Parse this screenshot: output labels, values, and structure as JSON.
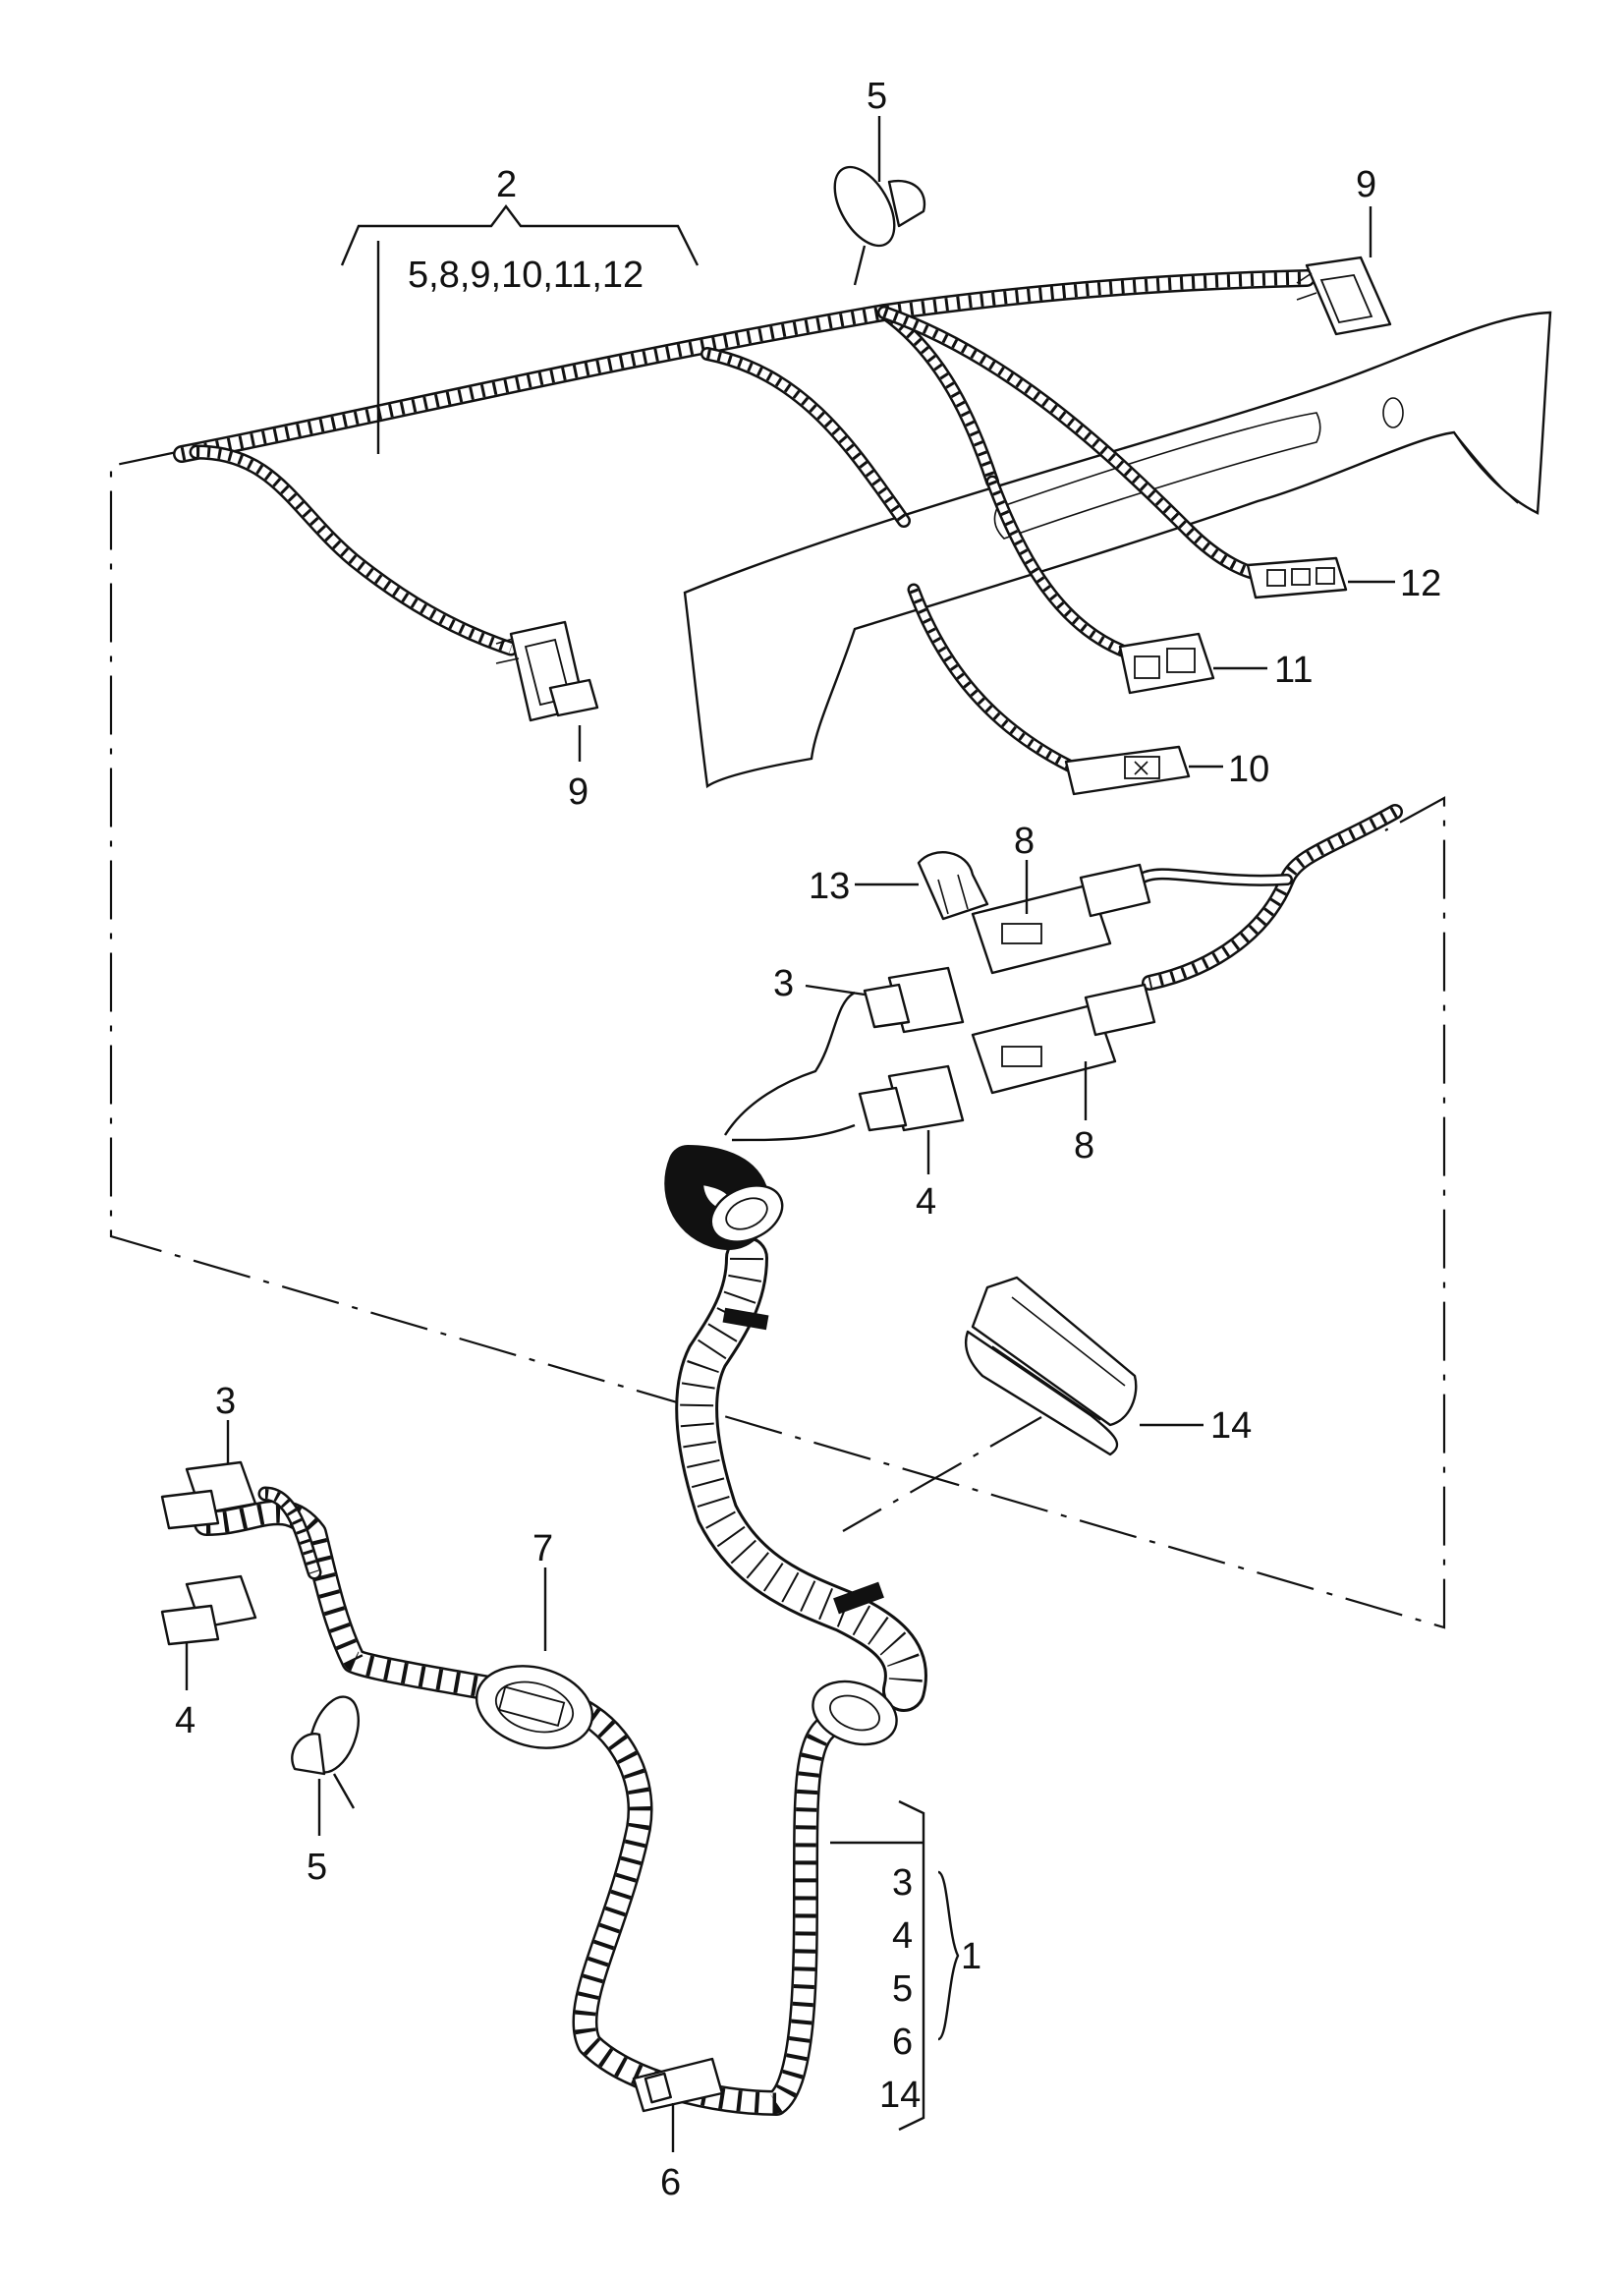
{
  "diagram": {
    "type": "exploded parts diagram",
    "subject": "wiring harness",
    "callouts": [
      {
        "id": "c5-top",
        "text": "5"
      },
      {
        "id": "c2",
        "text": "2"
      },
      {
        "id": "c2-list",
        "text": "5,8,9,10,11,12"
      },
      {
        "id": "c9-top",
        "text": "9"
      },
      {
        "id": "c12",
        "text": "12"
      },
      {
        "id": "c11",
        "text": "11"
      },
      {
        "id": "c10",
        "text": "10"
      },
      {
        "id": "c9-left",
        "text": "9"
      },
      {
        "id": "c8-top",
        "text": "8"
      },
      {
        "id": "c13",
        "text": "13"
      },
      {
        "id": "c3-mid",
        "text": "3"
      },
      {
        "id": "c4-mid",
        "text": "4"
      },
      {
        "id": "c8-bottom",
        "text": "8"
      },
      {
        "id": "c14",
        "text": "14"
      },
      {
        "id": "c3-left",
        "text": "3"
      },
      {
        "id": "c7",
        "text": "7"
      },
      {
        "id": "c4-left",
        "text": "4"
      },
      {
        "id": "c5-left",
        "text": "5"
      },
      {
        "id": "c6",
        "text": "6"
      }
    ],
    "bracket_group": {
      "items": [
        "3",
        "4",
        "5",
        "6",
        "14"
      ],
      "label": "1"
    }
  }
}
